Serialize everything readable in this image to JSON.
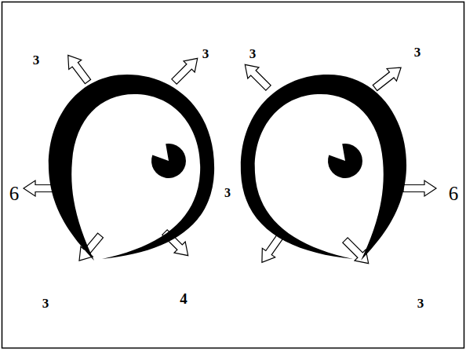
{
  "diagram": {
    "labels": [
      "3",
      "3",
      "3",
      "3",
      "6",
      "3",
      "6",
      "3",
      "4",
      "3"
    ]
  }
}
